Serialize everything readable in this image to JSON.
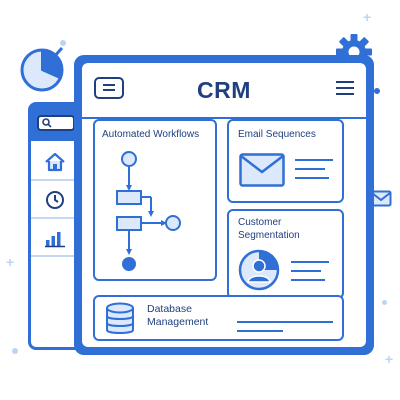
{
  "app": {
    "title": "CRM"
  },
  "cards": {
    "workflows": {
      "title": "Automated Workflows"
    },
    "email": {
      "title": "Email Sequences"
    },
    "segmentation": {
      "title_line1": "Customer",
      "title_line2": "Segmentation"
    },
    "database": {
      "title_line1": "Database",
      "title_line2": "Management"
    }
  },
  "sidebar": {
    "items": [
      {
        "icon": "search-icon"
      },
      {
        "icon": "home-icon"
      },
      {
        "icon": "clock-icon"
      },
      {
        "icon": "bar-chart-icon"
      }
    ]
  },
  "decor": {
    "icons": [
      "pie-chart-icon",
      "gear-icon",
      "envelope-icon"
    ]
  },
  "colors": {
    "accent": "#2f6fd6",
    "dark": "#1f3f7f",
    "light_fill": "#dce8fb",
    "decor": "#bcd4f6"
  }
}
